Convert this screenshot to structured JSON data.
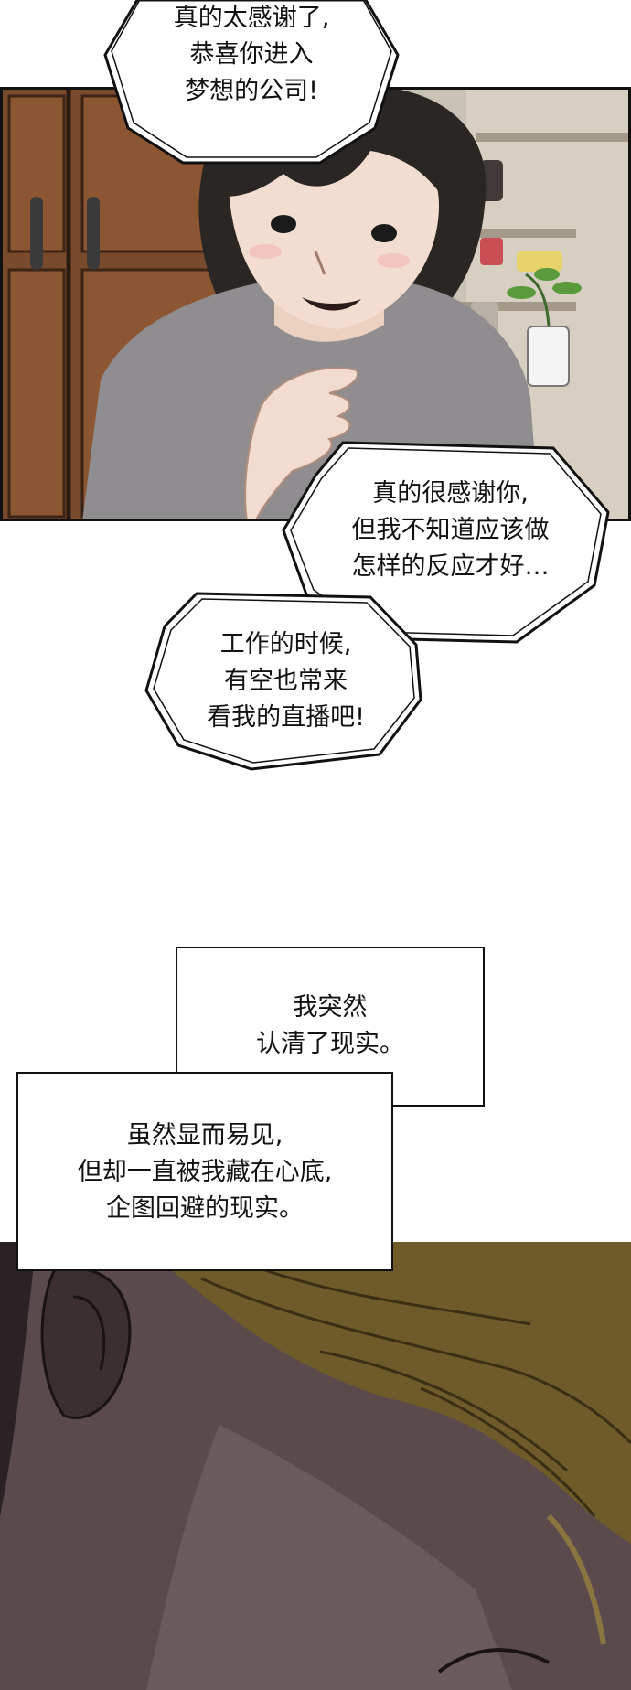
{
  "bubbles": {
    "top": {
      "lines": [
        "真的太感谢了,",
        "恭喜你进入",
        "梦想的公司!"
      ]
    },
    "middle": {
      "lines": [
        "真的很感谢你,",
        "但我不知道应该做",
        "怎样的反应才好…"
      ]
    },
    "lower": {
      "lines": [
        "工作的时候,",
        "有空也常来",
        "看我的直播吧!"
      ]
    }
  },
  "captions": {
    "first": {
      "lines": [
        "我突然",
        "认清了现实。"
      ]
    },
    "second": {
      "lines": [
        "虽然显而易见,",
        "但却一直被我藏在心底,",
        "企图回避的现实。"
      ]
    }
  },
  "colors": {
    "page_background": "#ffffff",
    "panel_border": "#111111",
    "wood": "#7a4a2c",
    "skin": "#f3ddd0",
    "hair": "#2a2623",
    "sweater": "#8f8d90",
    "bottom_panel_dark": "#4a3d3f",
    "hair_olive": "#6f5a2a"
  }
}
